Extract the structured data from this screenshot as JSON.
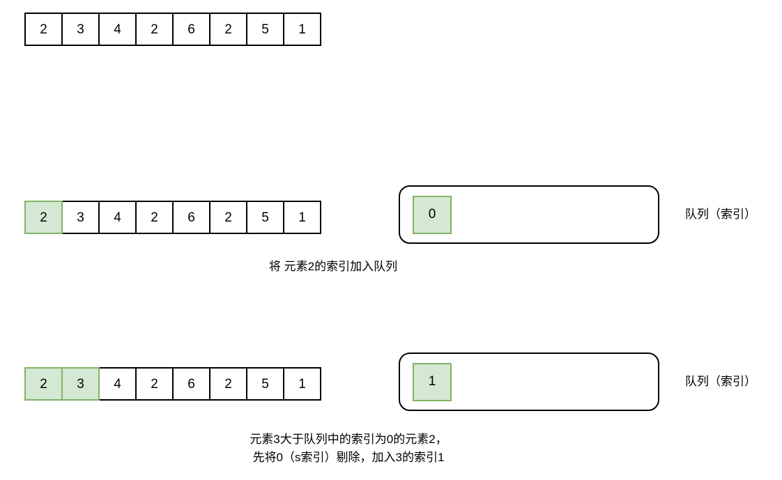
{
  "diagram": {
    "title": "monotonic-queue-walkthrough",
    "colors": {
      "highlight_fill": "#d5e8d4",
      "highlight_border": "#82b366",
      "stroke": "#000000",
      "background": "#ffffff"
    },
    "rows": [
      {
        "id": "array-top",
        "name": "initial-array",
        "values": [
          "2",
          "3",
          "4",
          "2",
          "6",
          "2",
          "5",
          "1"
        ],
        "highlighted": [],
        "queue": null,
        "queue_label": null,
        "caption": null
      },
      {
        "id": "step-1",
        "name": "step-one",
        "values": [
          "2",
          "3",
          "4",
          "2",
          "6",
          "2",
          "5",
          "1"
        ],
        "highlighted": [
          0
        ],
        "queue": [
          "0"
        ],
        "queue_label": "队列（索引）",
        "caption": "将 元素2的索引加入队列"
      },
      {
        "id": "step-2",
        "name": "step-two",
        "values": [
          "2",
          "3",
          "4",
          "2",
          "6",
          "2",
          "5",
          "1"
        ],
        "highlighted": [
          0,
          1
        ],
        "queue": [
          "1"
        ],
        "queue_label": "队列（索引）",
        "caption": "元素3大于队列中的索引为0的元素2，\n先将0（s索引）剔除，加入3的索引1"
      }
    ]
  }
}
